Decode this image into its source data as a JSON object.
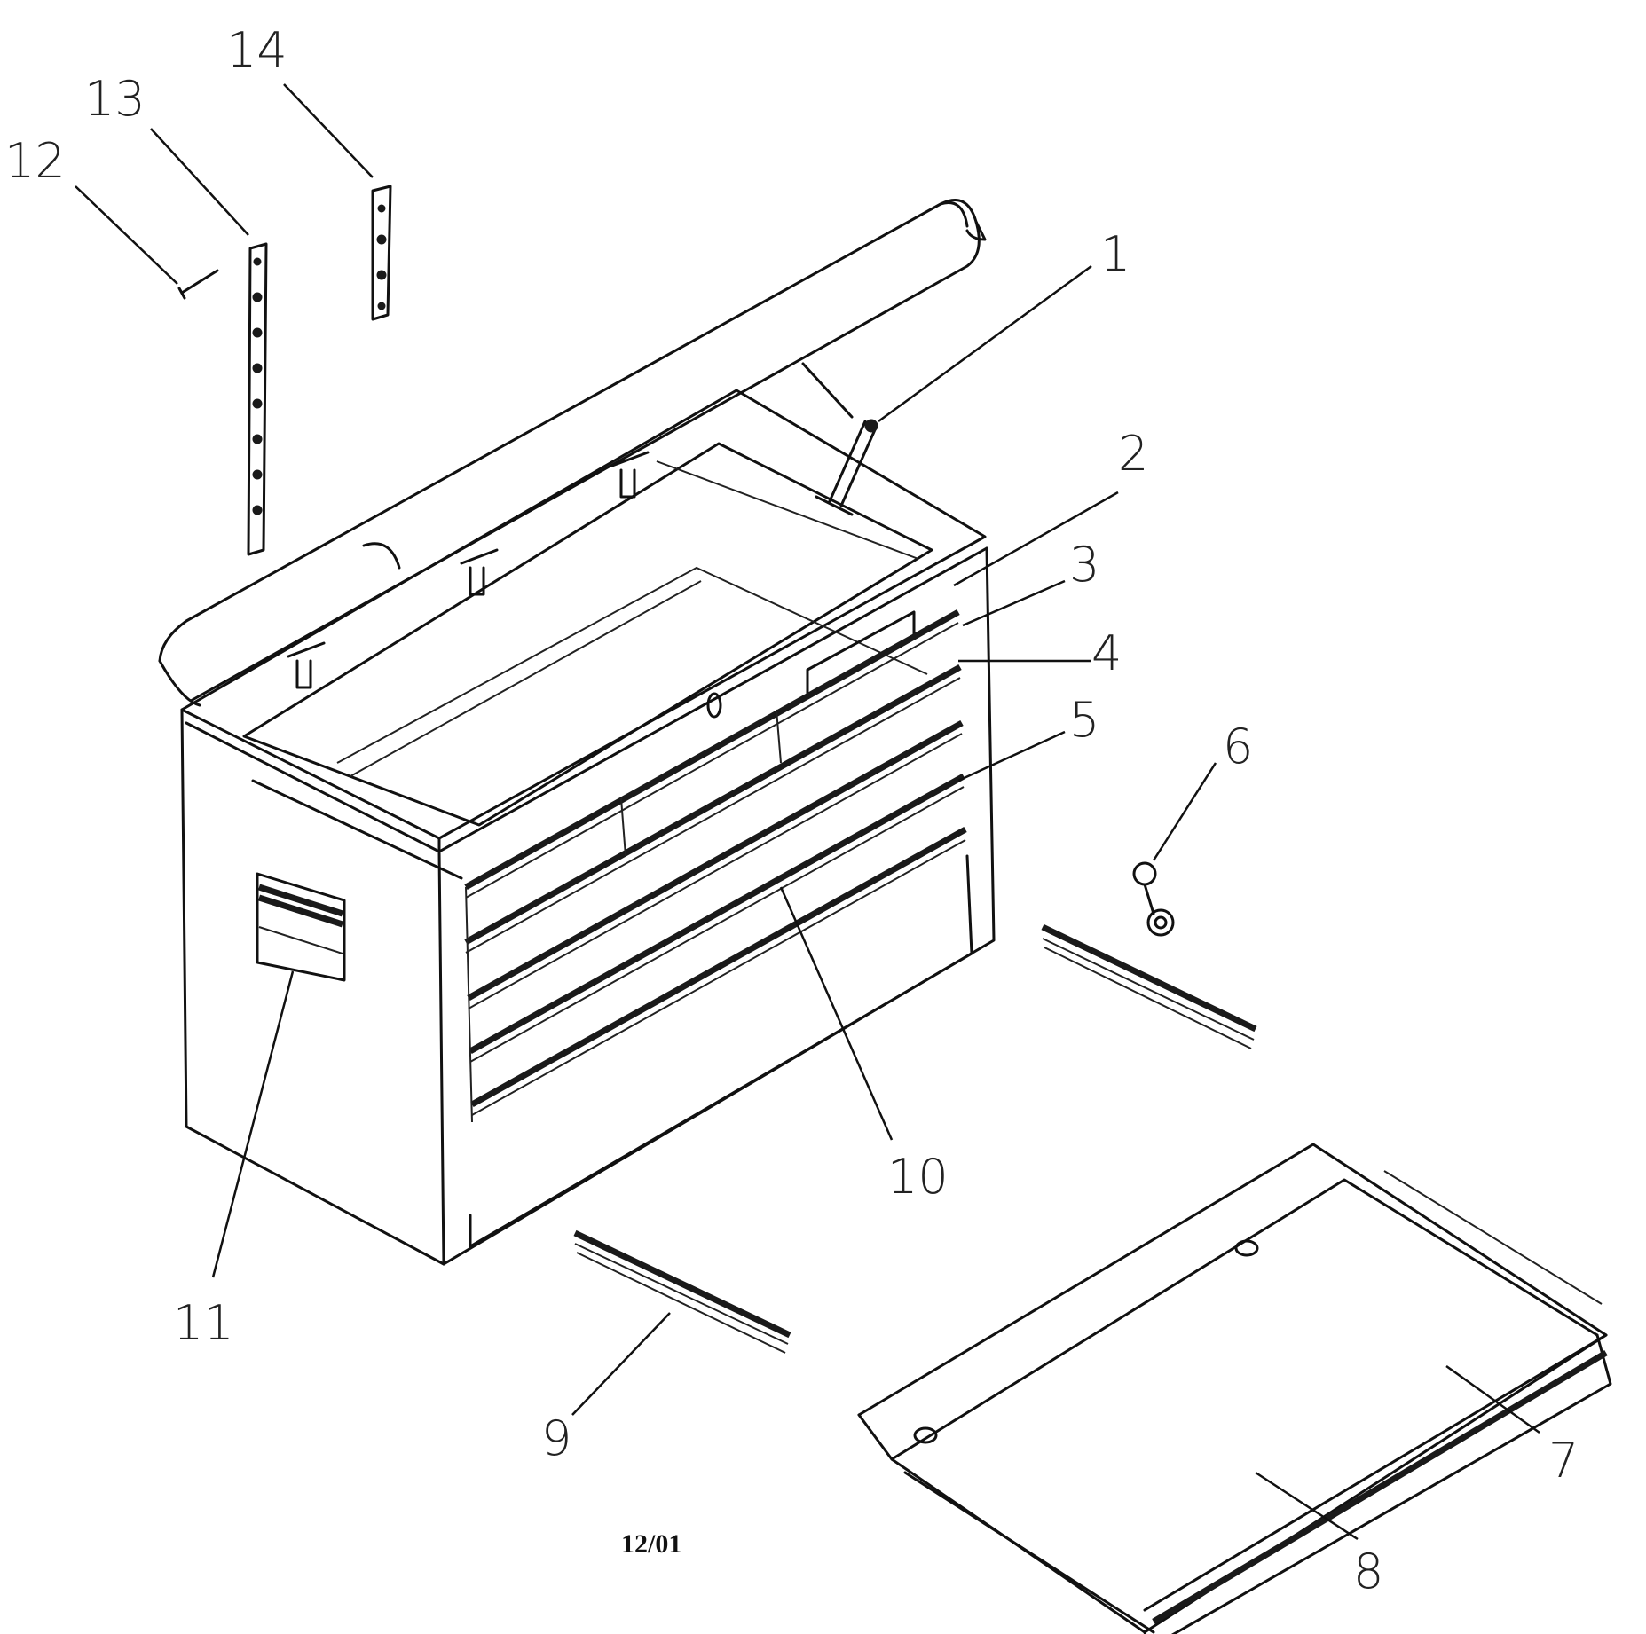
{
  "callouts": [
    "1",
    "2",
    "3",
    "4",
    "5",
    "6",
    "7",
    "8",
    "9",
    "10",
    "11",
    "12",
    "13",
    "14"
  ],
  "date_code": "12/01"
}
